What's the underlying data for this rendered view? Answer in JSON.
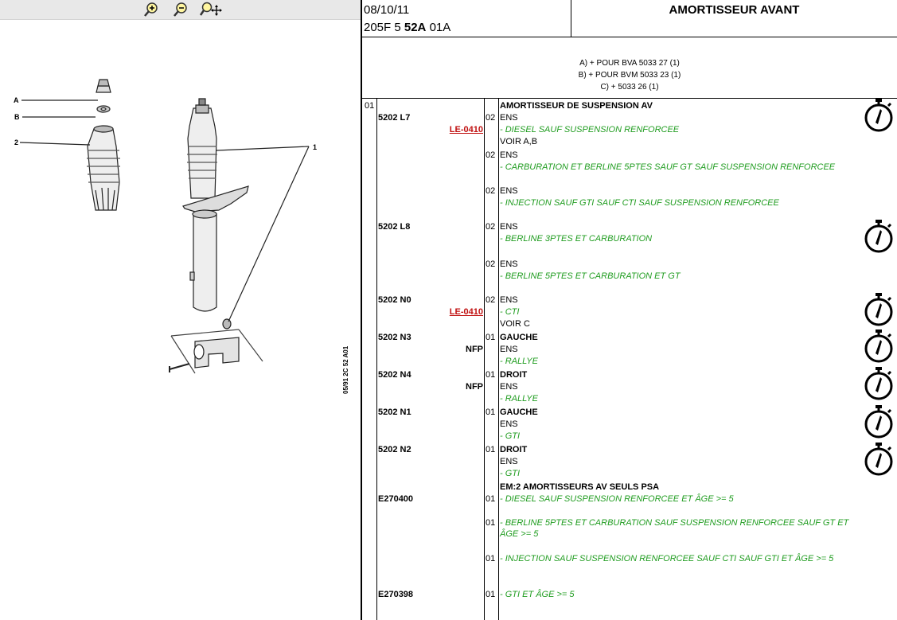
{
  "toolbar": {
    "icons": [
      "zoom-in-icon",
      "zoom-out-icon",
      "zoom-pan-icon"
    ]
  },
  "diagram": {
    "labels": [
      "A",
      "B",
      "2",
      "1"
    ],
    "side_code": "05/91  2C 52 A01"
  },
  "header": {
    "date": "08/10/11",
    "code_pre": "205F 5 ",
    "code_bold": "52A",
    "code_post": " 01A",
    "title": "AMORTISSEUR AVANT"
  },
  "notes": [
    "A) + POUR BVA 5033 27 (1)",
    "B) + POUR BVM 5033 23 (1)",
    "C) + 5033 26 (1)"
  ],
  "rows": [
    {
      "num": "01",
      "description": "AMORTISSEUR DE SUSPENSION AV"
    },
    {
      "ref": "5202 L7",
      "qty": "02",
      "description": "ENS"
    },
    {
      "link": "LE-0410",
      "condition": "- DIESEL SAUF SUSPENSION RENFORCEE"
    },
    {
      "description": "VOIR A,B"
    },
    {
      "qty": "02",
      "description": "ENS"
    },
    {
      "condition": "- CARBURATION ET BERLINE 5PTES SAUF GT SAUF SUSPENSION RENFORCEE"
    },
    {
      "qty": "02",
      "description": "ENS"
    },
    {
      "condition": "- INJECTION SAUF GTI SAUF CTI SAUF SUSPENSION RENFORCEE"
    },
    {
      "ref": "5202 L8",
      "qty": "02",
      "description": "ENS"
    },
    {
      "condition": "- BERLINE 3PTES ET CARBURATION"
    },
    {
      "qty": "02",
      "description": "ENS"
    },
    {
      "condition": "- BERLINE 5PTES ET CARBURATION ET GT"
    },
    {
      "ref": "5202 N0",
      "qty": "02",
      "description": "ENS"
    },
    {
      "link": "LE-0410",
      "condition": "- CTI"
    },
    {
      "description": "VOIR C"
    },
    {
      "ref": "5202 N3",
      "qty": "01",
      "description": "GAUCHE"
    },
    {
      "flag": "NFP",
      "description": "ENS"
    },
    {
      "condition": "- RALLYE"
    },
    {
      "ref": "5202 N4",
      "qty": "01",
      "description": "DROIT"
    },
    {
      "flag": "NFP",
      "description": "ENS"
    },
    {
      "condition": "- RALLYE"
    },
    {
      "ref": "5202 N1",
      "qty": "01",
      "description": "GAUCHE"
    },
    {
      "description": "ENS"
    },
    {
      "condition": "- GTI"
    },
    {
      "ref": "5202 N2",
      "qty": "01",
      "description": "DROIT"
    },
    {
      "description": "ENS"
    },
    {
      "condition": "- GTI"
    },
    {
      "description": "EM:2 AMORTISSEURS AV SEULS PSA"
    },
    {
      "ref": "E270400",
      "qty": "01",
      "condition": "- DIESEL SAUF SUSPENSION RENFORCEE ET ÂGE >= 5"
    },
    {
      "qty": "01",
      "condition": "- BERLINE 5PTES ET CARBURATION SAUF SUSPENSION RENFORCEE SAUF GT ET ÂGE >= 5"
    },
    {
      "qty": "01",
      "condition": "- INJECTION SAUF SUSPENSION RENFORCEE SAUF CTI SAUF GTI ET ÂGE >= 5"
    },
    {
      "ref": "E270398",
      "qty": "01",
      "condition": "- GTI ET ÂGE >= 5"
    }
  ],
  "stopwatch_icon": "stopwatch-icon",
  "colors": {
    "condition": "#1f9c1f",
    "link": "#c01010"
  }
}
